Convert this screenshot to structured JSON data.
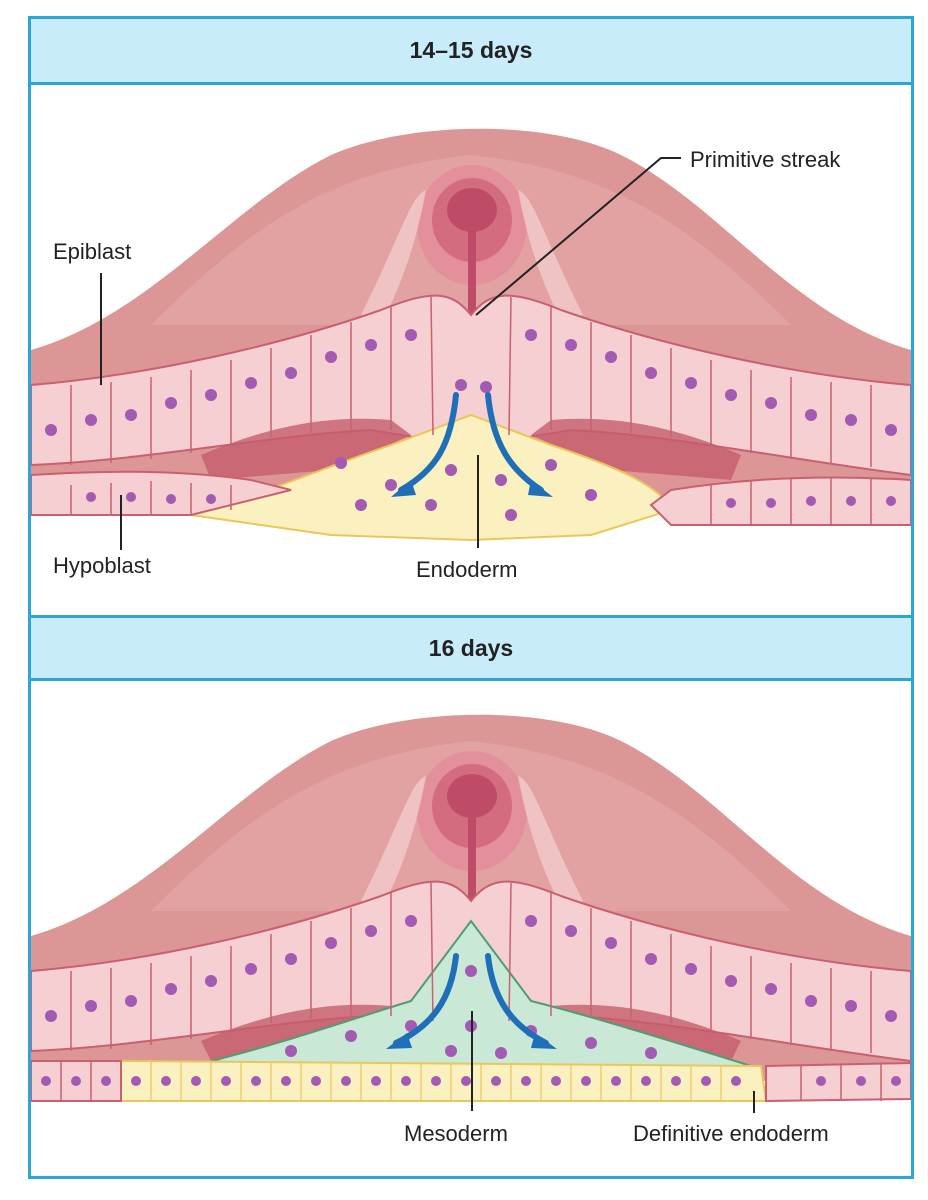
{
  "panels": [
    {
      "title": "14–15 days",
      "labels": {
        "primitive_streak": "Primitive streak",
        "epiblast": "Epiblast",
        "hypoblast": "Hypoblast",
        "endoderm": "Endoderm"
      }
    },
    {
      "title": "16 days",
      "labels": {
        "mesoderm": "Mesoderm",
        "definitive_endoderm": "Definitive endoderm"
      }
    }
  ],
  "colors": {
    "border": "#2aa7d8",
    "header_bg": "#c9ecfa",
    "amnion": "#d98c8c",
    "epiblast_cell": "#f6cfd2",
    "nucleus": "#a35ab3",
    "endoderm_cell": "#fbf0c0",
    "mesoderm_cell": "#c9e8d6",
    "arrow": "#1f6fb8"
  }
}
